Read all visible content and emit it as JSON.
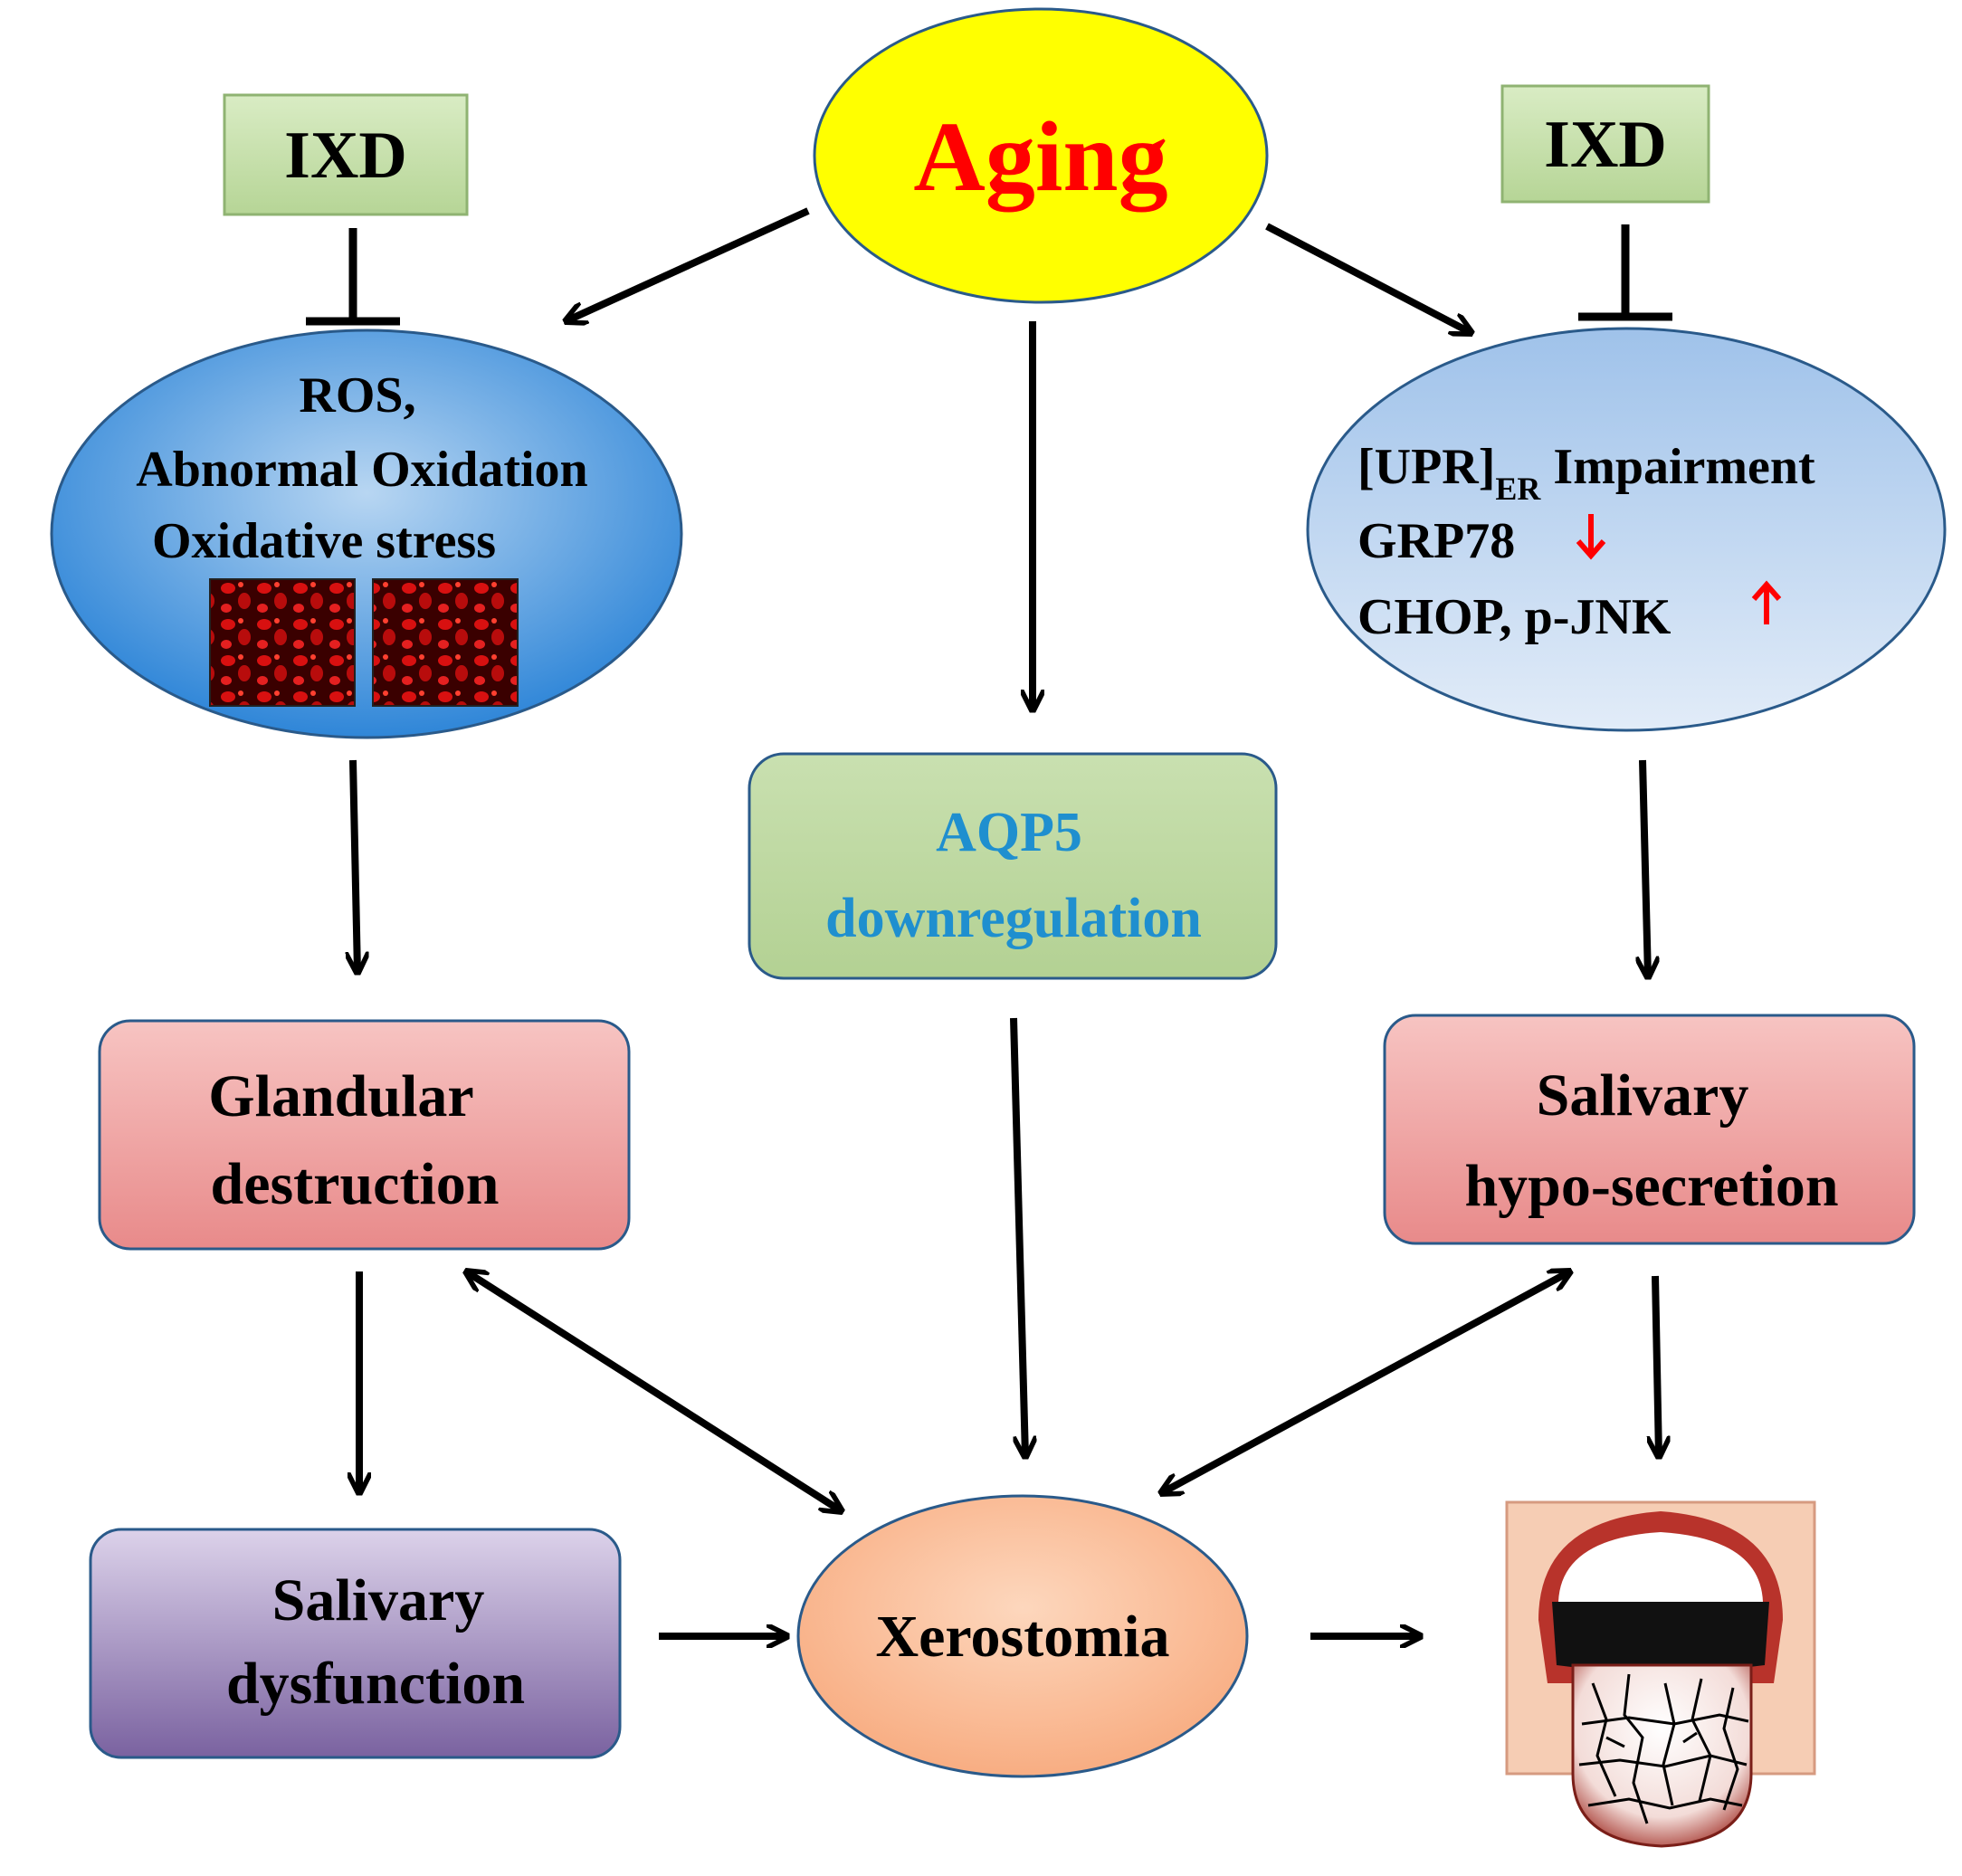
{
  "nodes": {
    "aging": "Aging",
    "ixd_left": "IXD",
    "ixd_right": "IXD",
    "ros": [
      "ROS,",
      "Abnormal Oxidation",
      "Oxidative stress"
    ],
    "upr": {
      "line1_a": "[UPR]",
      "line1_sub": "ER",
      "line1_b": " Impairment",
      "line2": "GRP78",
      "line3": "CHOP, p-JNK"
    },
    "aqp5": [
      "AQP5",
      "downregulation"
    ],
    "glandular": [
      "Glandular",
      "destruction"
    ],
    "hyposecretion": [
      "Salivary",
      "hypo-secretion"
    ],
    "dysfunction": [
      "Salivary",
      "dysfunction"
    ],
    "xerostomia": "Xerostomia"
  },
  "colors": {
    "aging_fill": "#ffff00",
    "aging_text": "#ff0000",
    "ixd_fill": "#c6dfaa",
    "ros_fill": "#4e96d6",
    "upr_fill": "#c9dbf2",
    "aqp5_fill": "#bcd79f",
    "aqp5_text": "#1f8fcf",
    "pink_fill": "#ee9a9a",
    "purple_fill": "#9a85b8",
    "xero_fill": "#fbc39f",
    "down_arrow": "#ff0000",
    "up_arrow": "#ff0000"
  },
  "icons": [
    "fluorescence-micrograph",
    "dry-cracked-tongue"
  ]
}
